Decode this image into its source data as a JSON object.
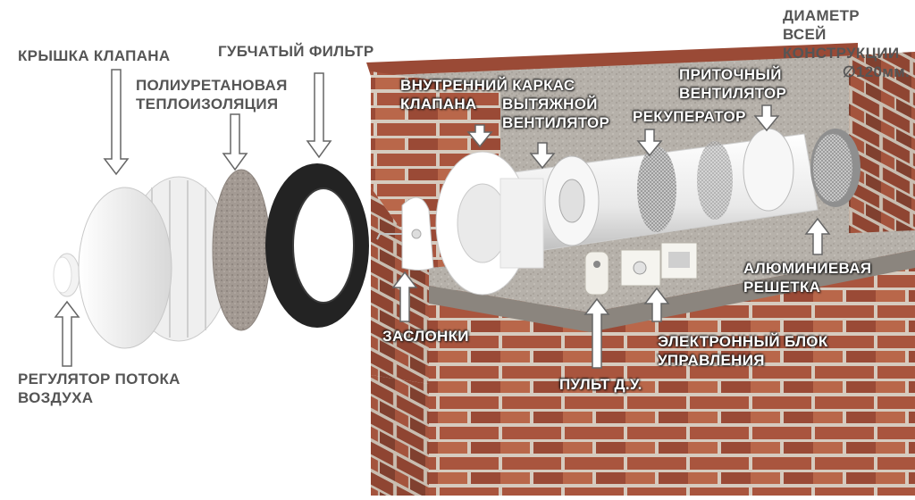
{
  "labels": {
    "valve_cover": "КРЫШКА КЛАПАНА",
    "polyurethane_line1": "ПОЛИУРЕТАНОВАЯ",
    "polyurethane_line2": "ТЕПЛОИЗОЛЯЦИЯ",
    "sponge_filter": "ГУБЧАТЫЙ ФИЛЬТР",
    "inner_frame_line1": "ВНУТРЕННИЙ КАРКАС",
    "inner_frame_line2": "КЛАПАНА",
    "exhaust_fan_line1": "ВЫТЯЖНОЙ",
    "exhaust_fan_line2": "ВЕНТИЛЯТОР",
    "recuperator": "РЕКУПЕРАТОР",
    "supply_fan_line1": "ПРИТОЧНЫЙ",
    "supply_fan_line2": "ВЕНТИЛЯТОР",
    "diameter_line1": "ДИАМЕТР",
    "diameter_line2": "ВСЕЙ",
    "diameter_line3": "КОНСТРУКЦИИ",
    "diameter_value": "∅120мм.",
    "aluminum_grille_line1": "АЛЮМИНИЕВАЯ",
    "aluminum_grille_line2": "РЕШЕТКА",
    "dampers": "ЗАСЛОНКИ",
    "control_unit_line1": "ЭЛЕКТРОННЫЙ БЛОК",
    "control_unit_line2": "УПРАВЛЕНИЯ",
    "remote": "ПУЛЬТ Д.У.",
    "flow_regulator_line1": "РЕГУЛЯТОР ПОТОКА",
    "flow_regulator_line2": "ВОЗДУХА"
  },
  "colors": {
    "label_dark": "#555555",
    "label_light": "#ffffff",
    "brick": "#a8563f",
    "mortar": "#d9cfc4",
    "concrete": "#b8b3ac",
    "plastic": "#f4f4f4",
    "foam_filter": "#2a2a2a",
    "insulation": "#9d9590"
  }
}
